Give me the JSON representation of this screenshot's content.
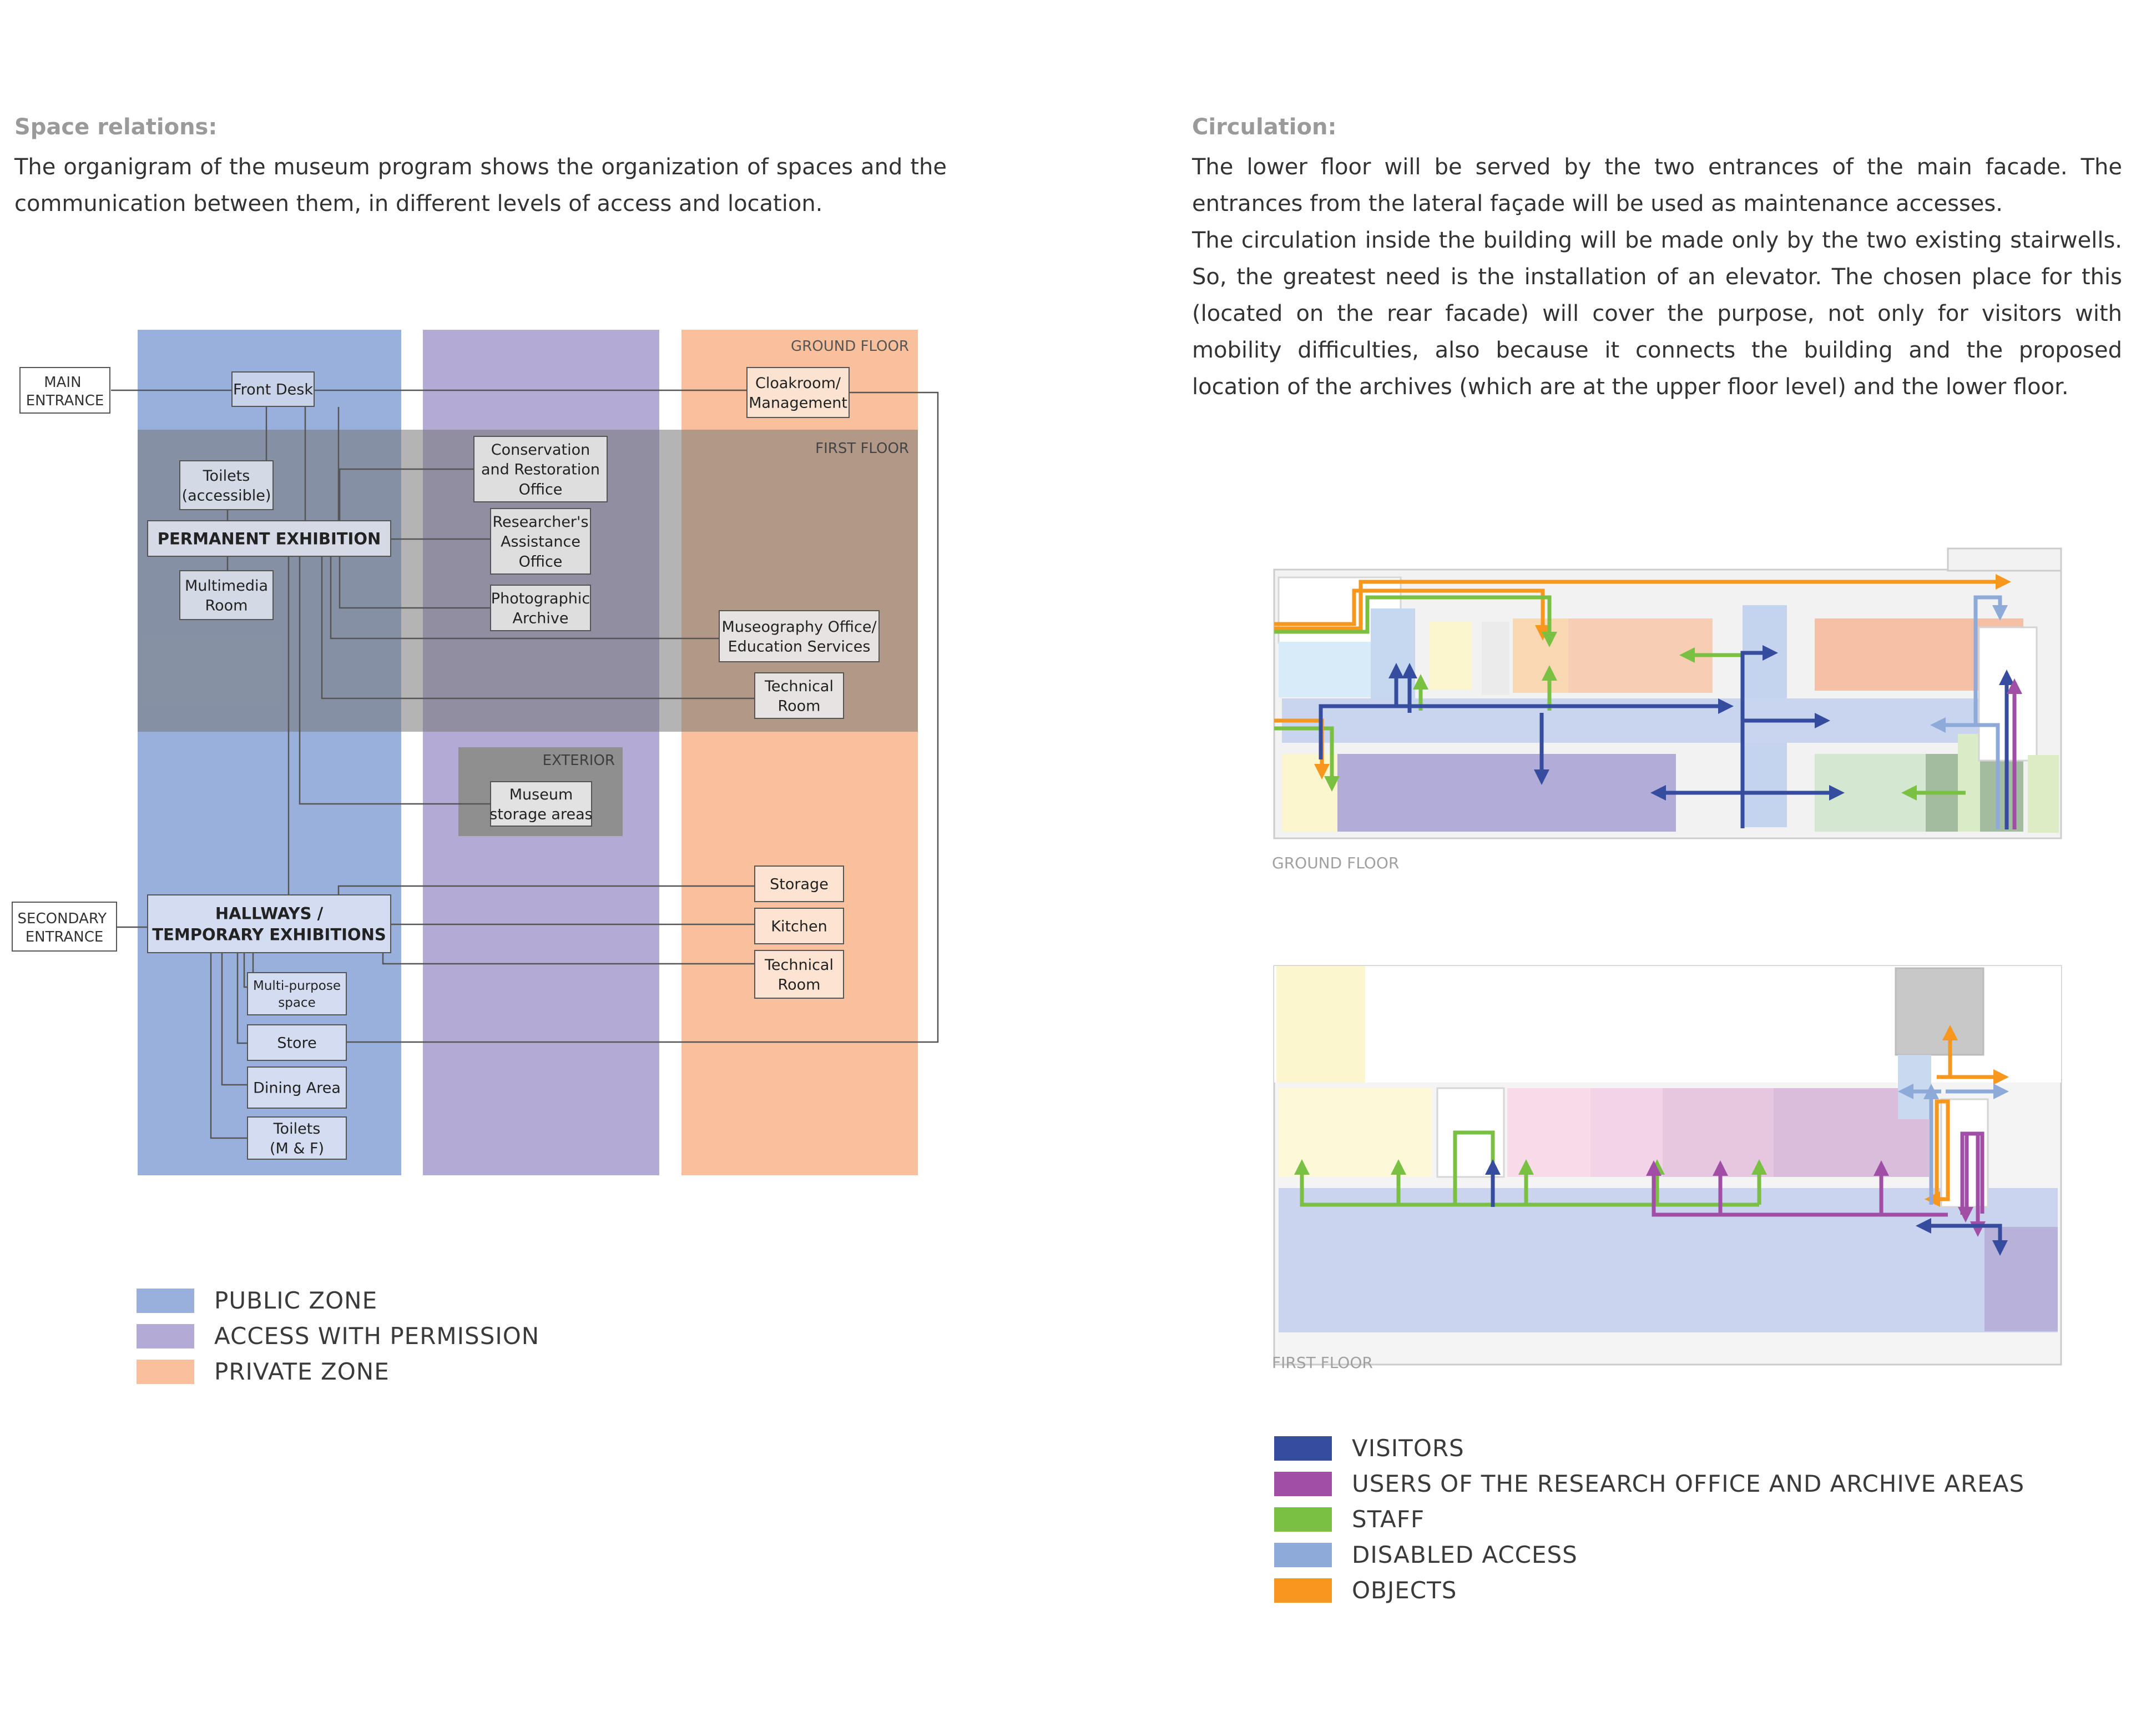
{
  "left": {
    "heading": "Space relations:",
    "paragraph": "The organigram of the museum program shows the organization of spaces and the communication between them, in different levels of access and location."
  },
  "right": {
    "heading": "Circulation:",
    "paragraph1": "The lower floor will be served by the two entrances of the main facade. The entrances from the lateral façade will be used as maintenance accesses.",
    "paragraph2": "The circulation inside the building will be made only by the two existing stairwells. So, the greatest need is the installation of an elevator. The chosen place for this (located on the rear facade) will cover the purpose, not only for visitors with mobility difficulties, also because it connects the building and the proposed location of the archives (which are at the upper floor level) and the lower floor."
  },
  "organigram": {
    "zone_labels": {
      "ground_floor": "GROUND FLOOR",
      "first_floor": "FIRST FLOOR",
      "exterior": "EXTERIOR"
    },
    "entrances": {
      "main": [
        "MAIN",
        "ENTRANCE"
      ],
      "secondary": [
        "SECONDARY",
        "ENTRANCE"
      ]
    },
    "boxes": {
      "front_desk": [
        "Front Desk"
      ],
      "cloakroom": [
        "Cloakroom/",
        "Management"
      ],
      "toilets_accessible": [
        "Toilets",
        "(accessible)"
      ],
      "permanent_exhibition": [
        "PERMANENT EXHIBITION"
      ],
      "multimedia_room": [
        "Multimedia",
        "Room"
      ],
      "conservation": [
        "Conservation",
        "and Restoration",
        "Office"
      ],
      "researchers_office": [
        "Researcher's",
        "Assistance",
        "Office"
      ],
      "photographic_archive": [
        "Photographic",
        "Archive"
      ],
      "museography_office": [
        "Museography Office/",
        "Education Services"
      ],
      "technical_room_1": [
        "Technical",
        "Room"
      ],
      "museum_storage": [
        "Museum",
        "storage areas"
      ],
      "storage": [
        "Storage"
      ],
      "kitchen": [
        "Kitchen"
      ],
      "technical_room_2": [
        "Technical",
        "Room"
      ],
      "hallways": [
        "HALLWAYS /",
        "TEMPORARY EXHIBITIONS"
      ],
      "multipurpose": [
        "Multi-purpose",
        "space"
      ],
      "store": [
        "Store"
      ],
      "dining_area": [
        "Dining Area"
      ],
      "toilets_mf": [
        "Toilets",
        "(M & F)"
      ]
    },
    "legend": [
      {
        "label": "PUBLIC ZONE",
        "color": "#98b0db"
      },
      {
        "label": "ACCESS WITH PERMISSION",
        "color": "#b4aad6"
      },
      {
        "label": "PRIVATE ZONE",
        "color": "#f8c09c"
      }
    ]
  },
  "plans": {
    "ground_floor_label": "GROUND FLOOR",
    "first_floor_label": "FIRST FLOOR",
    "legend": [
      {
        "label": "VISITORS",
        "color": "#364c9e"
      },
      {
        "label": "USERS OF THE RESEARCH OFFICE AND ARCHIVE AREAS",
        "color": "#a14fa6"
      },
      {
        "label": "STAFF",
        "color": "#7ac143"
      },
      {
        "label": "DISABLED ACCESS",
        "color": "#8daad9"
      },
      {
        "label": "OBJECTS",
        "color": "#f7971d"
      }
    ]
  }
}
